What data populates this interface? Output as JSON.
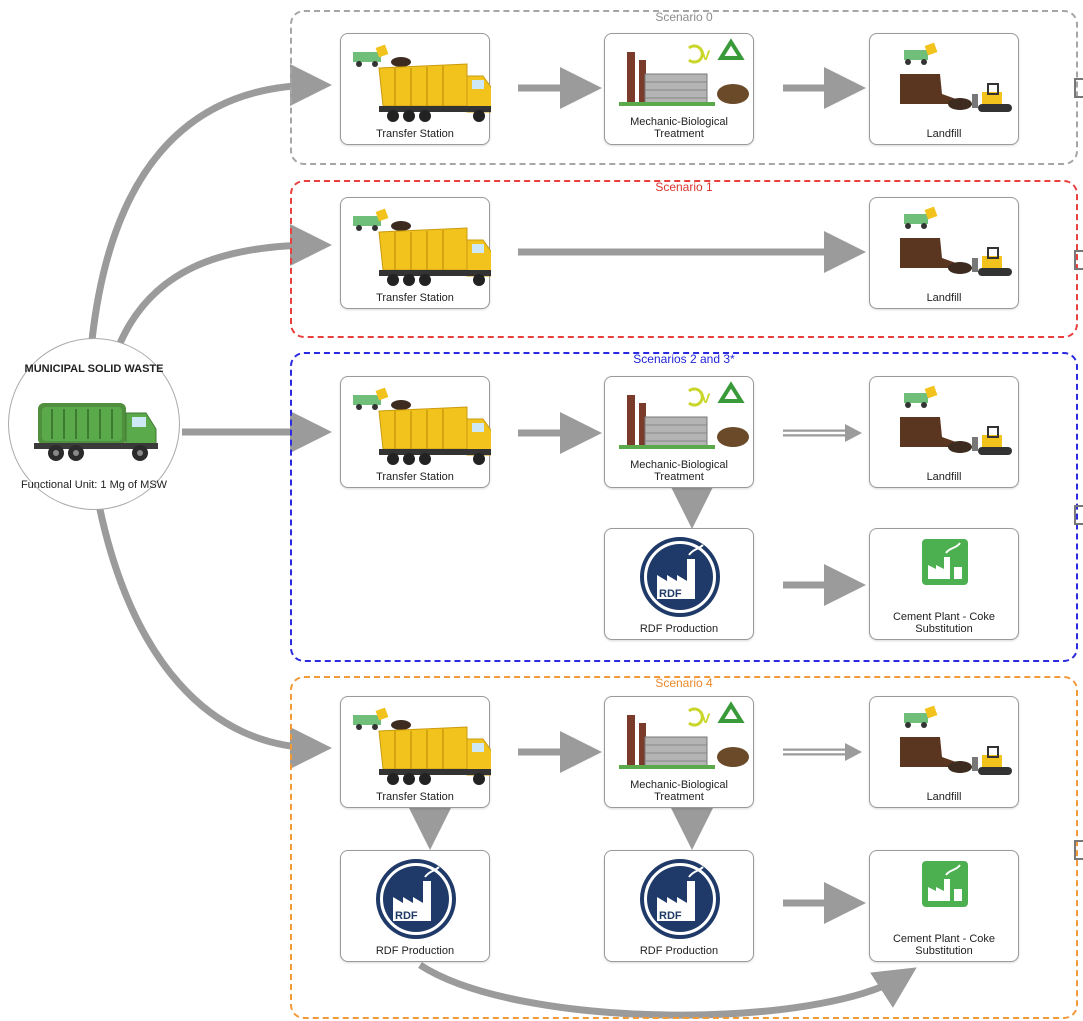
{
  "source": {
    "title": "MUNICIPAL SOLID WASTE",
    "functional_unit": "Functional Unit: 1 Mg of MSW",
    "icon": "garbage-truck-icon"
  },
  "scenarios": [
    {
      "title": "Scenario 0",
      "color": "#a6a6a6",
      "steps": [
        "Transfer Station",
        "Mechanic-Biological Treatment",
        "Landfill"
      ]
    },
    {
      "title": "Scenario 1",
      "color": "#e8403d",
      "steps": [
        "Transfer Station",
        "Landfill"
      ]
    },
    {
      "title": "Scenarios 2 and 3*",
      "color": "#2a2ae0",
      "steps": [
        "Transfer Station",
        "Mechanic-Biological Treatment",
        "Landfill",
        "RDF Production",
        "Cement Plant - Coke Substitution"
      ]
    },
    {
      "title": "Scenario 4",
      "color": "#f2993a",
      "steps": [
        "Transfer Station",
        "Mechanic-Biological Treatment",
        "Landfill",
        "RDF Production",
        "RDF Production",
        "Cement Plant - Coke Substitution"
      ]
    }
  ],
  "icons": {
    "transfer": "dump-truck-icon",
    "mbt": "treatment-plant-icon",
    "landfill": "landfill-bulldozer-icon",
    "rdf": "rdf-factory-icon",
    "cement": "cement-plant-icon",
    "rdf_text": "RDF"
  },
  "colors": {
    "arrow": "#9b9b9b",
    "truck": "#f2c31d",
    "green": "#5aa94a",
    "navy": "#1f3a68"
  }
}
